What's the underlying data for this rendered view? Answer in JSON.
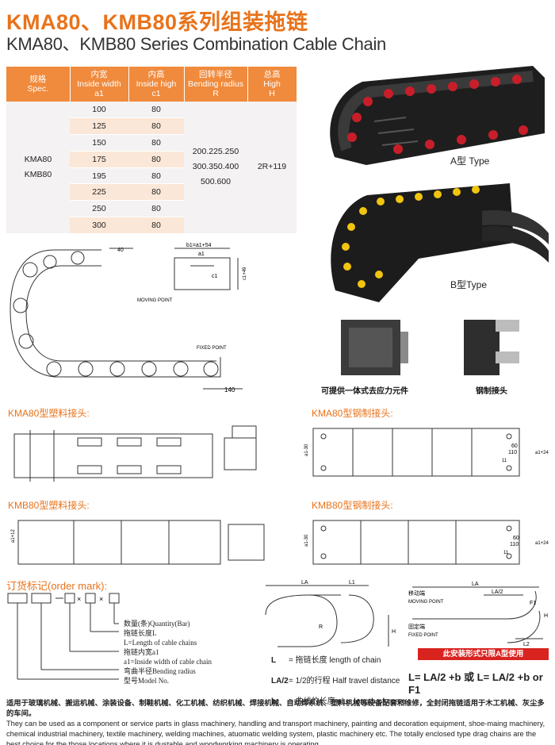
{
  "title_cn": "KMA80、KMB80系列组装拖链",
  "title_en": "KMA80、KMB80 Series Combination Cable Chain",
  "table": {
    "headers": [
      [
        "规格",
        "Spec."
      ],
      [
        "内宽",
        "Inside width",
        "a1"
      ],
      [
        "内高",
        "Inside high",
        "c1"
      ],
      [
        "回转半径",
        "Bending radius",
        "R"
      ],
      [
        "总高",
        "High",
        "H"
      ]
    ],
    "spec": [
      "KMA80",
      "KMB80"
    ],
    "widths": [
      "100",
      "125",
      "150",
      "175",
      "195",
      "225",
      "250",
      "300"
    ],
    "heights": [
      "80",
      "80",
      "80",
      "80",
      "80",
      "80",
      "80",
      "80"
    ],
    "radius": [
      "200.225.250",
      "300.350.400",
      "500.600"
    ],
    "total_high": "2R+119"
  },
  "captions": {
    "type_a": "A型 Type",
    "type_b": "B型Type",
    "bracket": "可提供一体式去应力元件",
    "steel_bracket": "钢制接头"
  },
  "drawing_labels": {
    "moving_point": "MOVING POINT",
    "fixed_point": "FIXED POINT",
    "fixed_cn": "固定端",
    "moving_cn": "移动端",
    "dim_140": "140",
    "dim_40": "40",
    "b1": "b1=a1+54",
    "a1": "a1",
    "c1": "c1",
    "h": "c1+49",
    "d60": "60",
    "d110": "110",
    "d11": "11",
    "a130": "a1-30",
    "a124": "a1+24",
    "a112": "a1+12"
  },
  "sections": {
    "kma_plastic": "KMA80型塑料接头:",
    "kma_steel": "KMA80型钢制接头:",
    "kmb_plastic": "KMB80型塑料接头:",
    "kmb_steel": "KMB80型钢制接头:"
  },
  "order": {
    "title": "订货标记(order mark):",
    "legend": [
      "数量(条)Quantity(Bar)",
      "拖链长度L",
      "L=Length of cable chains",
      "拖链内宽a1",
      "a1=Inside width of cable chain",
      "弯曲半径Bending radius",
      "型号Model No."
    ]
  },
  "defs": [
    {
      "sym": "L",
      "text": "= 拖链长度  length of chain"
    },
    {
      "sym": "LA/2",
      "text": "= 1/2的行程  Half travel distance"
    },
    {
      "sym": "b",
      "text": "= 曲线的长度  plus length of curve"
    }
  ],
  "schematic": {
    "LA": "LA",
    "L1": "L1",
    "H": "H",
    "R": "R",
    "F1": "F1",
    "L2": "L2",
    "LA2": "LA/2"
  },
  "red_note": "此安装形式只限A型使用",
  "formula": "L= LA/2 +b 或 L= LA/2 +b or F1",
  "footer": {
    "cn": "适用于玻璃机械、搬运机械、涂装设备、制鞋机械、化工机械、纺织机械、焊接机械、自动焊系统、塑料机械等设备配套和维修，全封闭拖链适用于木工机械、灰尘多的车间。",
    "en": "They can be used as a component or service parts in glass machinery, handling and transport machinery, painting and decoration equipment, shoe-maing machinery, chemical industrial machinery, textile machinery, welding machines, atuomatic welding system, plastic machinery etc. The totally enclosed type drag chains are the best choice for the those locations where it is dustable and woodworking machinery is operating."
  },
  "colors": {
    "accent": "#e8731b",
    "header": "#f08a3c",
    "row_alt": "#fbe7d7",
    "red": "#d8231f"
  }
}
